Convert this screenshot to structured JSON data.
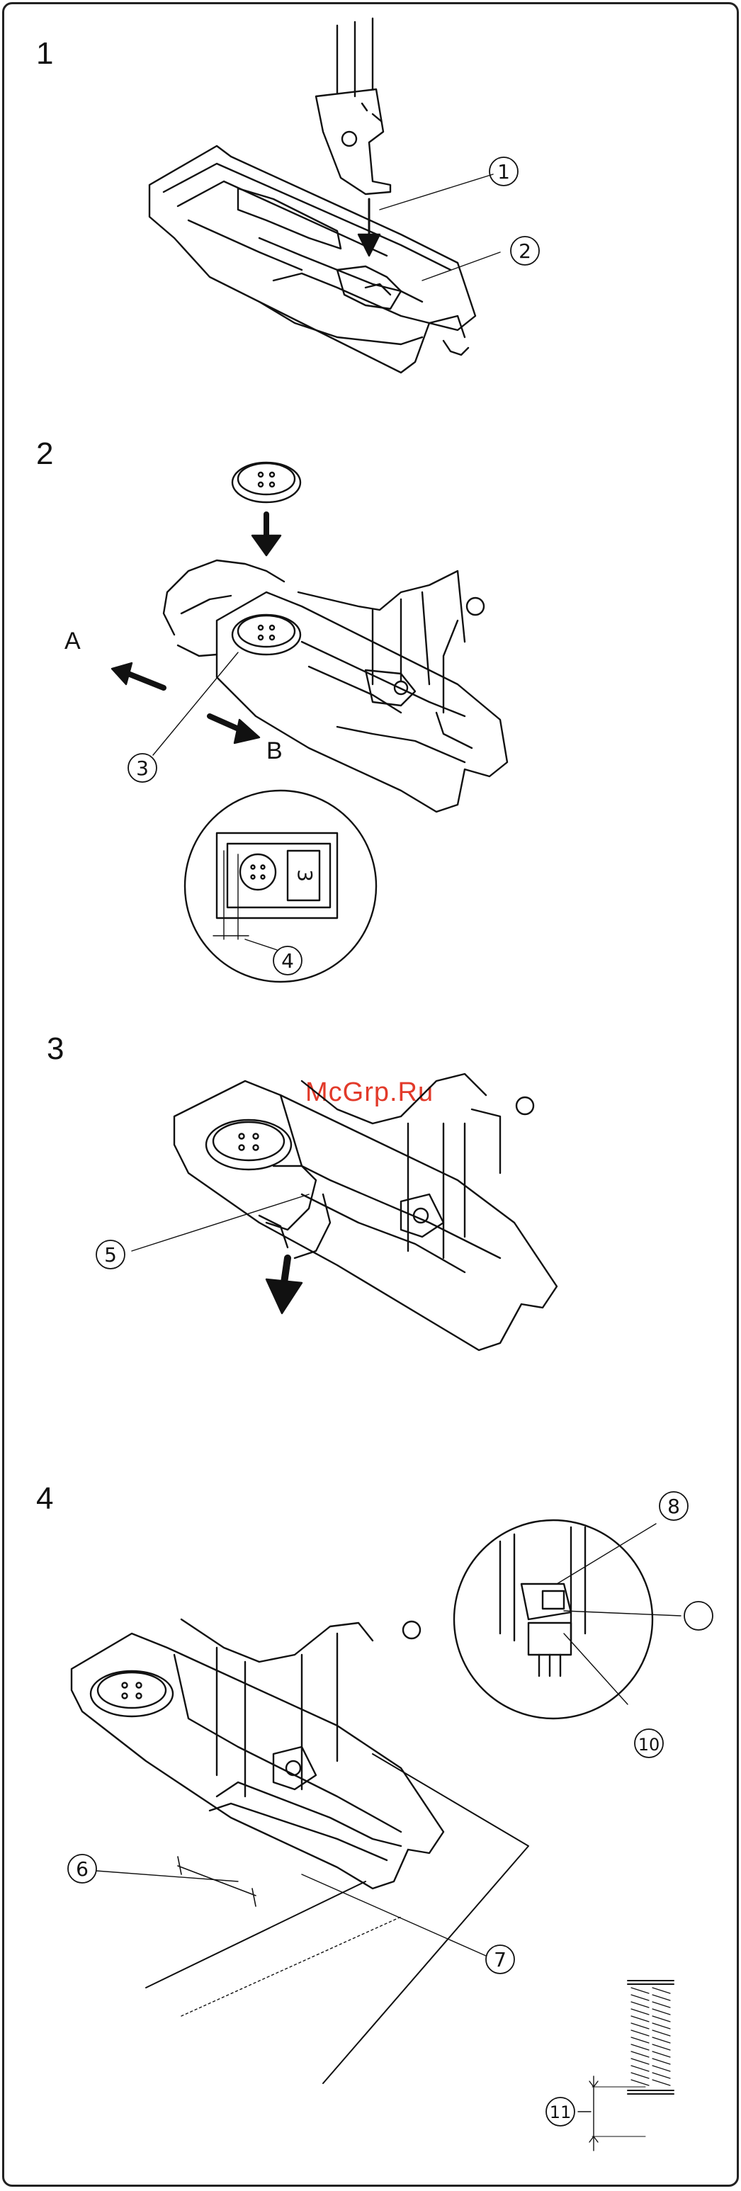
{
  "steps": [
    {
      "number": "1"
    },
    {
      "number": "2"
    },
    {
      "number": "3"
    },
    {
      "number": "4"
    }
  ],
  "callouts": {
    "c1": "1",
    "c2": "2",
    "c3": "3",
    "c4": "4",
    "c5": "5",
    "c6": "6",
    "c7": "7",
    "c8": "8",
    "c10": "10",
    "c11": "11"
  },
  "direction_labels": {
    "a": "A",
    "b": "B"
  },
  "inset_label": "3",
  "watermark": "McGrp.Ru",
  "colors": {
    "line": "#111111",
    "watermark": "#e23a2a"
  }
}
